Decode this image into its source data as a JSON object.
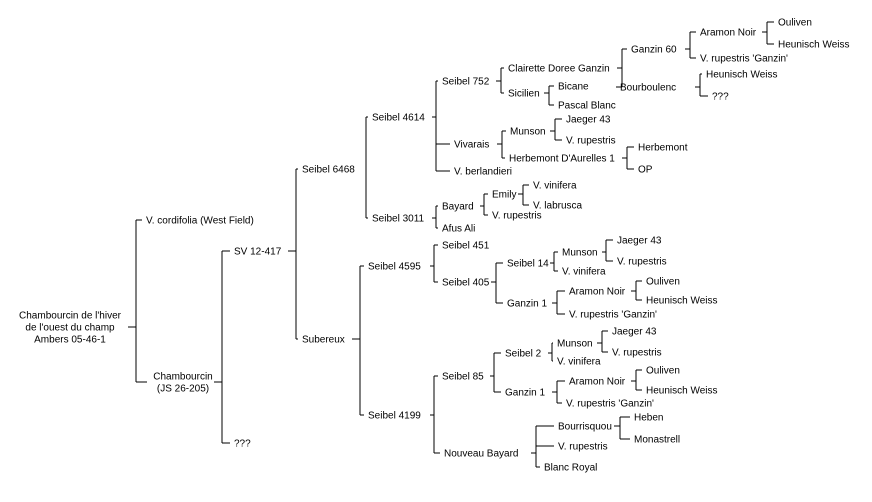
{
  "diagram_type": "pedigree-tree",
  "colors": {
    "line": "#000000",
    "text": "#000000",
    "background": "#ffffff"
  },
  "nodes": {
    "root": [
      "Chambourcin de l'hiver",
      "de l'ouest du champ",
      "Ambers 05-46-1"
    ],
    "n1": [
      "V. cordifolia (West Field)"
    ],
    "n2": [
      "Chambourcin",
      "(JS 26-205)"
    ],
    "n3": [
      "SV 12-417"
    ],
    "n4": [
      "???"
    ],
    "n5": [
      "Seibel 6468"
    ],
    "n6": [
      "Subereux"
    ],
    "n7": [
      "Seibel 4614"
    ],
    "n8": [
      "Seibel 3011"
    ],
    "n9": [
      "Seibel 4595"
    ],
    "n10": [
      "Seibel 4199"
    ],
    "n11": [
      "Seibel 752"
    ],
    "n12": [
      "Vivarais"
    ],
    "n13": [
      "V. berlandieri"
    ],
    "n14": [
      "Bayard"
    ],
    "n15": [
      "Afus Ali"
    ],
    "n16": [
      "Seibel 451"
    ],
    "n17": [
      "Seibel 405"
    ],
    "n18": [
      "Seibel 85"
    ],
    "n19": [
      "Nouveau Bayard"
    ],
    "n20": [
      "Clairette Doree Ganzin"
    ],
    "n21": [
      "Sicilien"
    ],
    "n22": [
      "Bicane"
    ],
    "n23": [
      "Pascal Blanc"
    ],
    "n24": [
      "Ganzin 60"
    ],
    "n25": [
      "Bourboulenc"
    ],
    "n26": [
      "Aramon Noir"
    ],
    "n27": [
      "V. rupestris 'Ganzin'"
    ],
    "n28": [
      "Ouliven"
    ],
    "n29": [
      "Heunisch Weiss"
    ],
    "n30": [
      "Heunisch Weiss"
    ],
    "n31": [
      "???"
    ],
    "n32": [
      "Munson"
    ],
    "n33": [
      "Herbemont D'Aurelles 1"
    ],
    "n34": [
      "Jaeger 43"
    ],
    "n35": [
      "V. rupestris"
    ],
    "n36": [
      "Herbemont"
    ],
    "n37": [
      "OP"
    ],
    "n38": [
      "Emily"
    ],
    "n39": [
      "V. rupestris"
    ],
    "n40": [
      "V. vinifera"
    ],
    "n41": [
      "V. labrusca"
    ],
    "n42": [
      "Seibel 14"
    ],
    "n43": [
      "Ganzin 1"
    ],
    "n44": [
      "Munson"
    ],
    "n45": [
      "V. vinifera"
    ],
    "n46": [
      "Jaeger 43"
    ],
    "n47": [
      "V. rupestris"
    ],
    "n48": [
      "Aramon Noir"
    ],
    "n49": [
      "V. rupestris 'Ganzin'"
    ],
    "n50": [
      "Ouliven"
    ],
    "n51": [
      "Heunisch Weiss"
    ],
    "n52": [
      "Seibel 2"
    ],
    "n53": [
      "Ganzin 1"
    ],
    "n54": [
      "Munson"
    ],
    "n55": [
      "V. vinifera"
    ],
    "n56": [
      "Jaeger 43"
    ],
    "n57": [
      "V. rupestris"
    ],
    "n58": [
      "Aramon Noir"
    ],
    "n59": [
      "V. rupestris 'Ganzin'"
    ],
    "n60": [
      "Ouliven"
    ],
    "n61": [
      "Heunisch Weiss"
    ],
    "n62": [
      "Bourrisquou"
    ],
    "n63": [
      "V. rupestris"
    ],
    "n64": [
      "Blanc Royal"
    ],
    "n65": [
      "Heben"
    ],
    "n66": [
      "Monastrell"
    ]
  },
  "edges": [
    [
      "root",
      "n1"
    ],
    [
      "root",
      "n2"
    ],
    [
      "n2",
      "n3"
    ],
    [
      "n2",
      "n4"
    ],
    [
      "n3",
      "n5"
    ],
    [
      "n3",
      "n6"
    ],
    [
      "n5",
      "n7"
    ],
    [
      "n5",
      "n8"
    ],
    [
      "n6",
      "n9"
    ],
    [
      "n6",
      "n10"
    ],
    [
      "n7",
      "n11"
    ],
    [
      "n7",
      "n12"
    ],
    [
      "n7",
      "n13"
    ],
    [
      "n8",
      "n14"
    ],
    [
      "n8",
      "n15"
    ],
    [
      "n9",
      "n16"
    ],
    [
      "n9",
      "n17"
    ],
    [
      "n10",
      "n18"
    ],
    [
      "n10",
      "n19"
    ],
    [
      "n11",
      "n20"
    ],
    [
      "n11",
      "n21"
    ],
    [
      "n21",
      "n22"
    ],
    [
      "n21",
      "n23"
    ],
    [
      "n20",
      "n24"
    ],
    [
      "n20",
      "n25"
    ],
    [
      "n24",
      "n26"
    ],
    [
      "n24",
      "n27"
    ],
    [
      "n26",
      "n28"
    ],
    [
      "n26",
      "n29"
    ],
    [
      "n25",
      "n30"
    ],
    [
      "n25",
      "n31"
    ],
    [
      "n12",
      "n32"
    ],
    [
      "n12",
      "n33"
    ],
    [
      "n32",
      "n34"
    ],
    [
      "n32",
      "n35"
    ],
    [
      "n33",
      "n36"
    ],
    [
      "n33",
      "n37"
    ],
    [
      "n14",
      "n38"
    ],
    [
      "n14",
      "n39"
    ],
    [
      "n38",
      "n40"
    ],
    [
      "n38",
      "n41"
    ],
    [
      "n17",
      "n42"
    ],
    [
      "n17",
      "n43"
    ],
    [
      "n42",
      "n44"
    ],
    [
      "n42",
      "n45"
    ],
    [
      "n44",
      "n46"
    ],
    [
      "n44",
      "n47"
    ],
    [
      "n43",
      "n48"
    ],
    [
      "n43",
      "n49"
    ],
    [
      "n48",
      "n50"
    ],
    [
      "n48",
      "n51"
    ],
    [
      "n18",
      "n52"
    ],
    [
      "n18",
      "n53"
    ],
    [
      "n52",
      "n54"
    ],
    [
      "n52",
      "n55"
    ],
    [
      "n54",
      "n56"
    ],
    [
      "n54",
      "n57"
    ],
    [
      "n53",
      "n58"
    ],
    [
      "n53",
      "n59"
    ],
    [
      "n58",
      "n60"
    ],
    [
      "n58",
      "n61"
    ],
    [
      "n19",
      "n62"
    ],
    [
      "n19",
      "n63"
    ],
    [
      "n19",
      "n64"
    ],
    [
      "n62",
      "n65"
    ],
    [
      "n62",
      "n66"
    ]
  ]
}
